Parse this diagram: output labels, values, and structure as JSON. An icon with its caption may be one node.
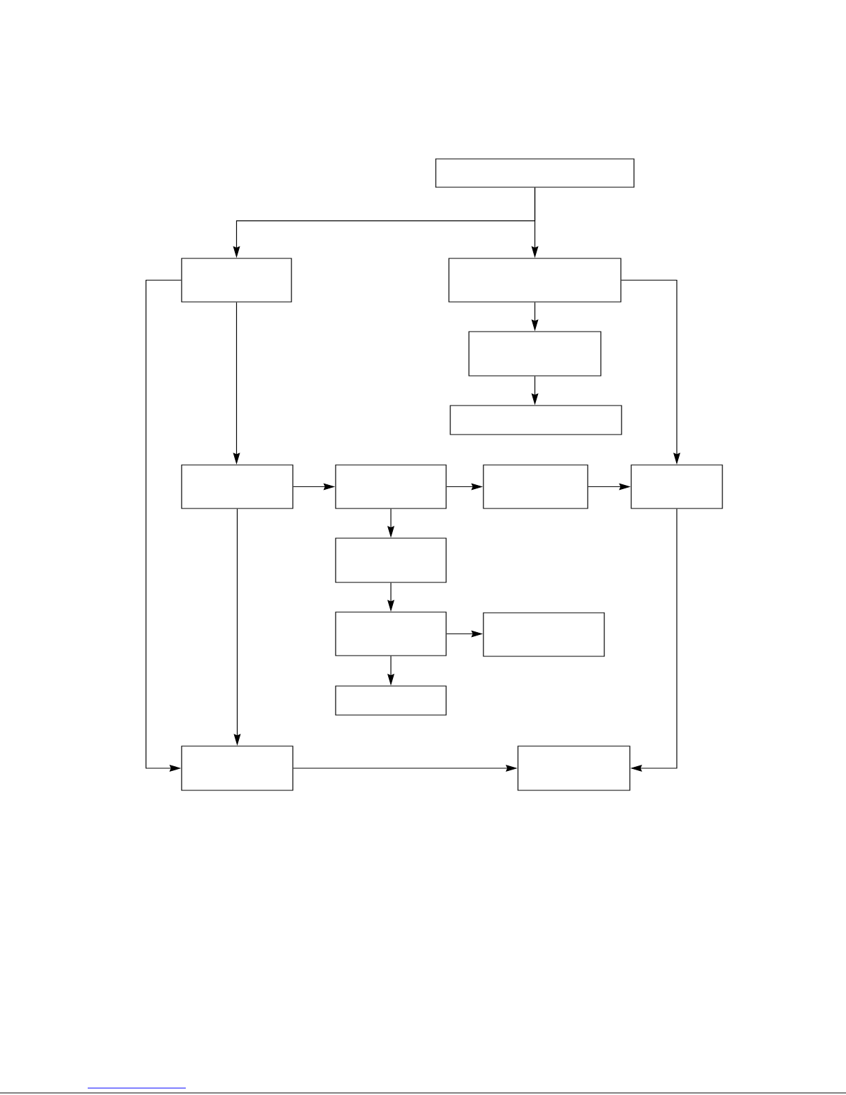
{
  "diagram": {
    "nodes": [
      {
        "text": [],
        "shape": "box"
      },
      {
        "text": [],
        "shape": "box"
      },
      {
        "text": [],
        "shape": "box"
      },
      {
        "text": [],
        "shape": "box"
      },
      {
        "text": [],
        "shape": "box"
      },
      {
        "text": [],
        "shape": "box"
      },
      {
        "text": [],
        "shape": "box"
      },
      {
        "text": [],
        "shape": "box"
      },
      {
        "text": [],
        "shape": "box"
      },
      {
        "text": [],
        "shape": "box"
      },
      {
        "text": [],
        "shape": "box"
      },
      {
        "text": [],
        "shape": "box"
      },
      {
        "text": [],
        "shape": "box"
      },
      {
        "text": [],
        "shape": "box"
      },
      {
        "text": [],
        "shape": "box"
      }
    ],
    "edges": [
      {
        "from": 0,
        "to": 1,
        "arrow": "to"
      },
      {
        "from": 0,
        "to": 2,
        "arrow": "to"
      },
      {
        "from": 1,
        "to": 5,
        "arrow": "to"
      },
      {
        "from": 1,
        "to": 13,
        "arrow": "to"
      },
      {
        "from": 2,
        "to": 3,
        "arrow": "to"
      },
      {
        "from": 2,
        "to": 8,
        "arrow": "to"
      },
      {
        "from": 3,
        "to": 4,
        "arrow": "to"
      },
      {
        "from": 5,
        "to": 6,
        "arrow": "to"
      },
      {
        "from": 6,
        "to": 7,
        "arrow": "to"
      },
      {
        "from": 7,
        "to": 8,
        "arrow": "to"
      },
      {
        "from": 5,
        "to": 13,
        "arrow": "to"
      },
      {
        "from": 6,
        "to": 9,
        "arrow": "to"
      },
      {
        "from": 9,
        "to": 10,
        "arrow": "to"
      },
      {
        "from": 10,
        "to": 11,
        "arrow": "to"
      },
      {
        "from": 10,
        "to": 12,
        "arrow": "to"
      },
      {
        "from": 13,
        "to": 14,
        "arrow": "to"
      },
      {
        "from": 8,
        "to": 14,
        "arrow": "to"
      }
    ]
  }
}
